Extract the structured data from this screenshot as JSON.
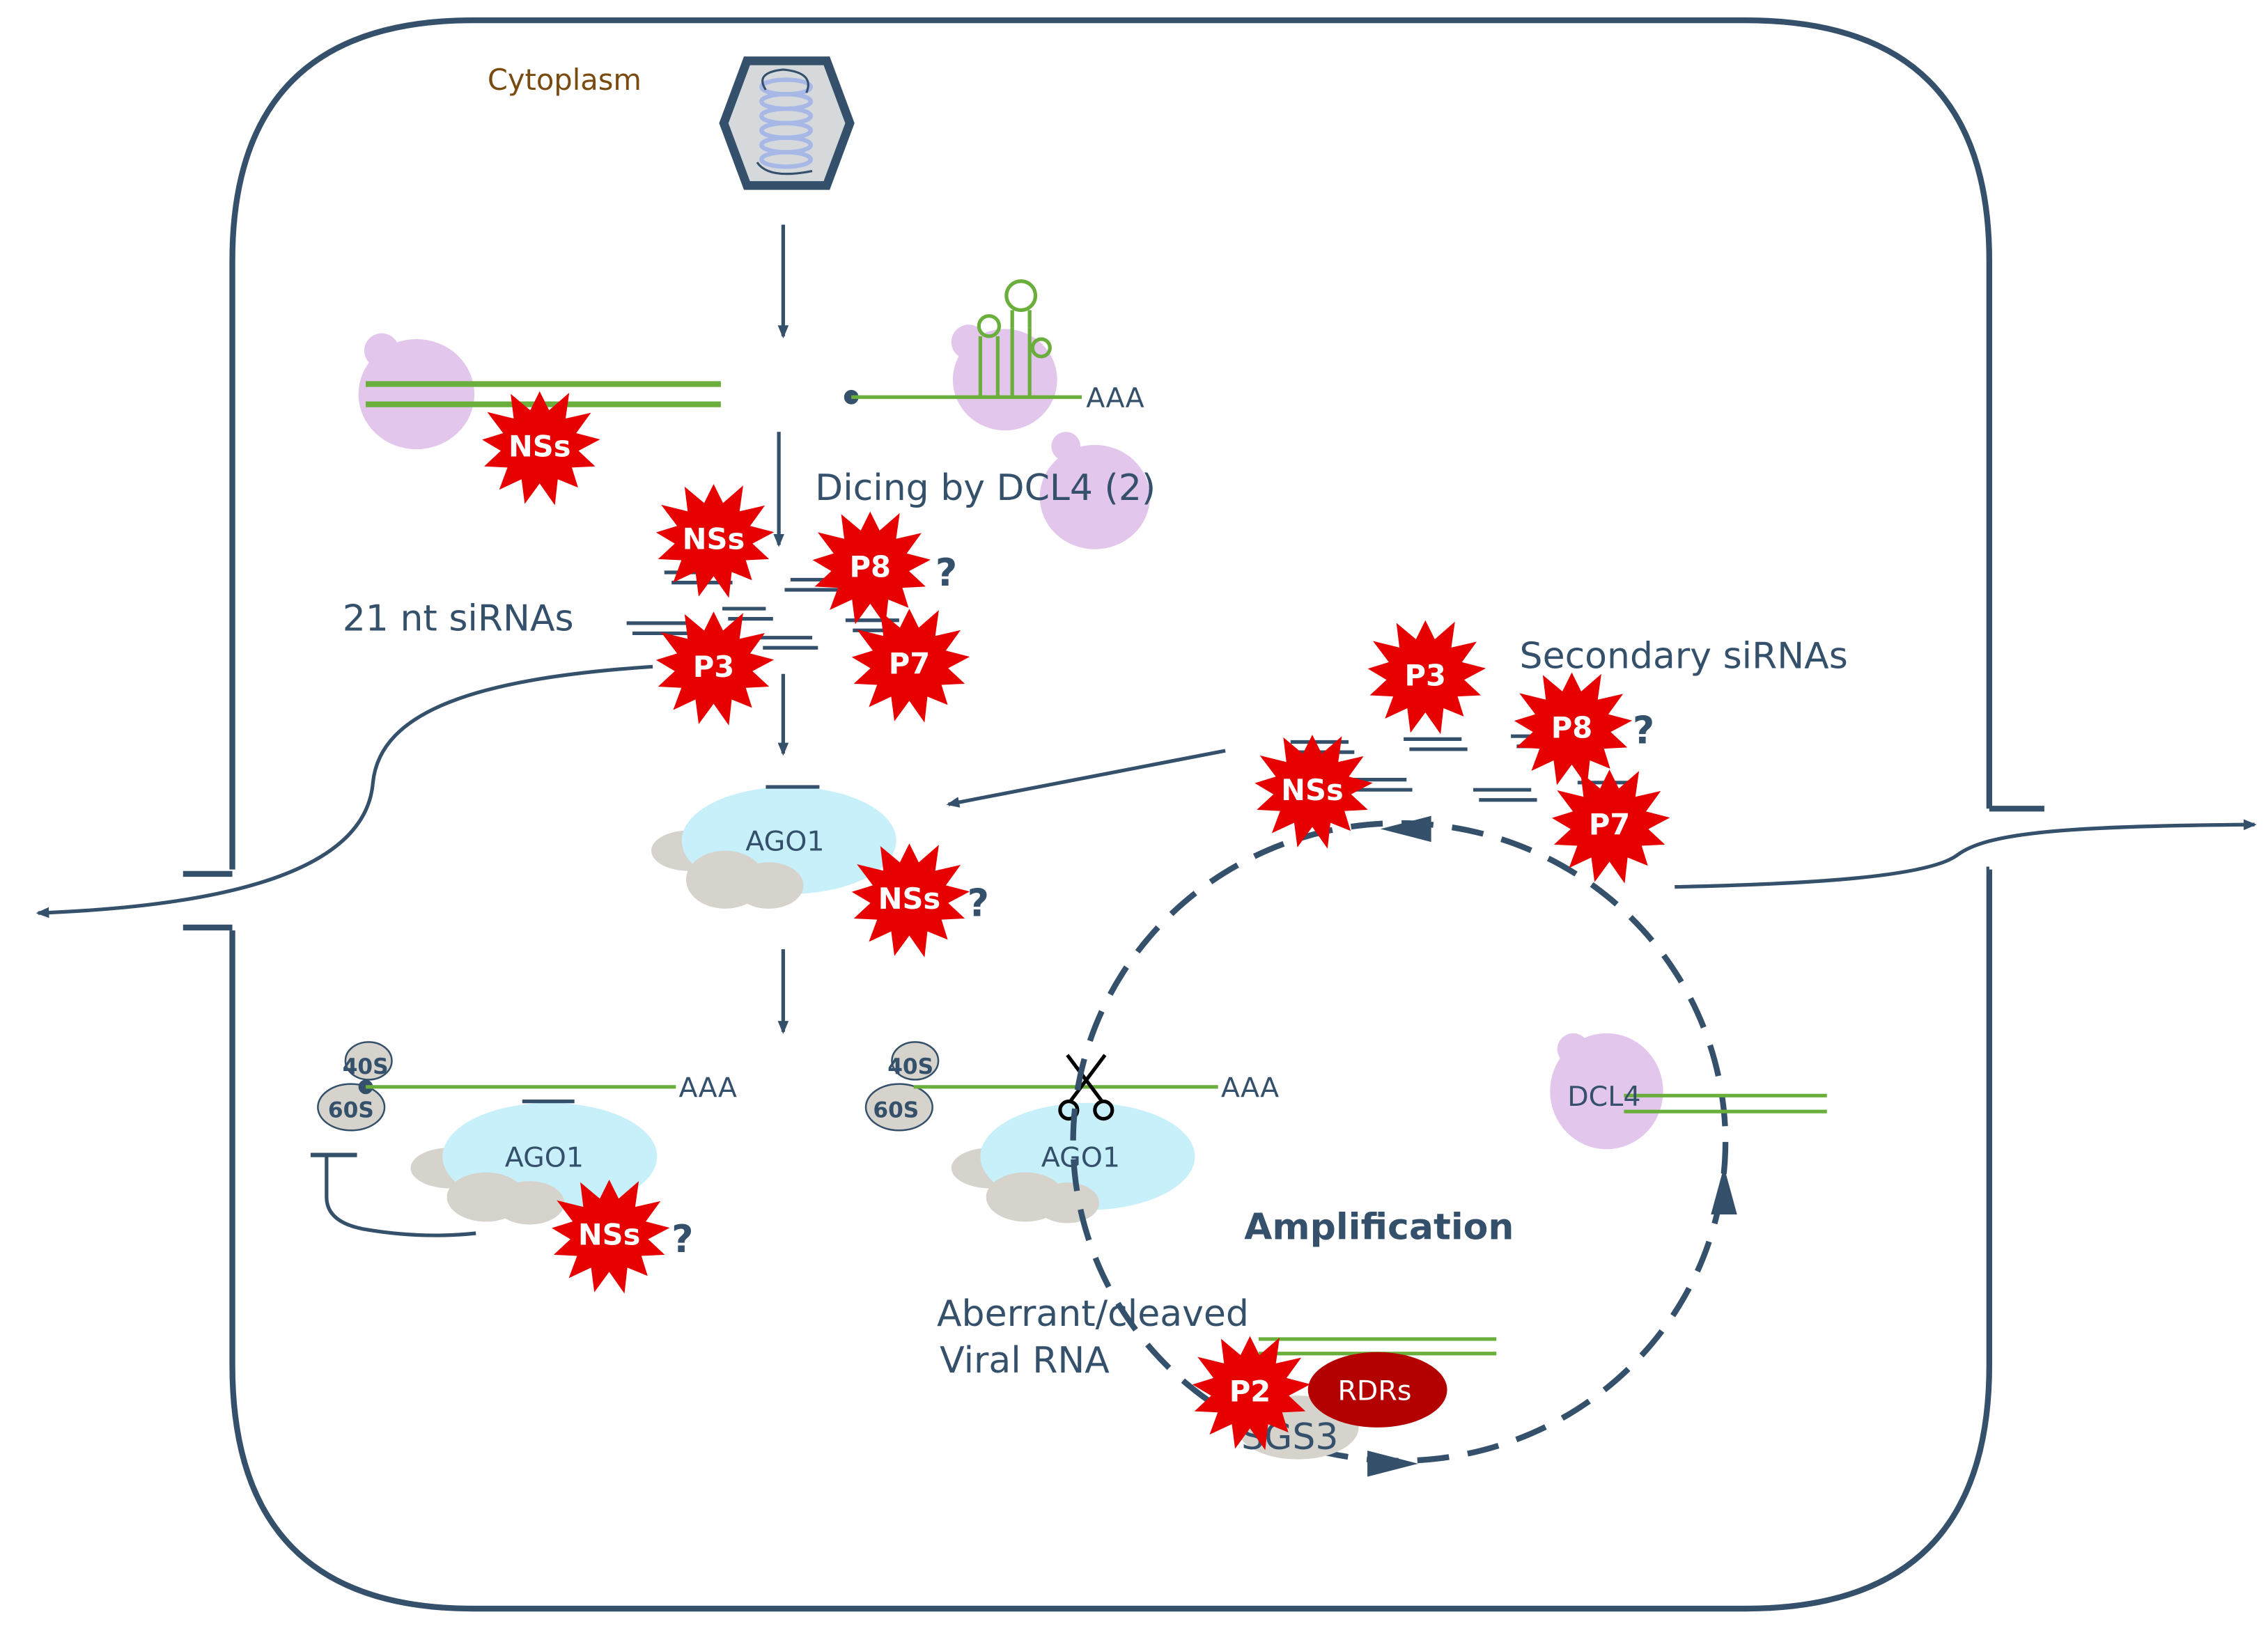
{
  "labels": {
    "cytoplasm": "Cytoplasm",
    "dicing": "Dicing by DCL4 (2)",
    "sirnas_21nt": "21 nt siRNAs",
    "secondary_sirnas": "Secondary siRNAs",
    "amplification": "Amplification",
    "aberrant_line1": "Aberrant/cleaved",
    "aberrant_line2": "Viral RNA",
    "sgs3": "SGS3",
    "rdrs": "RDRs",
    "dcl4": "DCL4",
    "ago1": "AGO1",
    "aaa": "AAA",
    "ribo_40s": "40S",
    "ribo_60s": "60S",
    "question": "?"
  },
  "proteins": {
    "nss": "NSs",
    "p2": "P2",
    "p3": "P3",
    "p7": "P7",
    "p8": "P8"
  },
  "colors": {
    "cell_border": "#34506b",
    "arrow": "#34506b",
    "rna_green": "#6aae3c",
    "dcl4_purple": "#e2c6ec",
    "ago1_cyan": "#c8f0fb",
    "ribosome_gray": "#d6d3cd",
    "star_red": "#e60000",
    "rdr_darkred": "#b30000",
    "cytoplasm_text": "#7a4b10",
    "virion_fill": "#d5d9dc",
    "virion_coil": "#a7b8e6"
  }
}
